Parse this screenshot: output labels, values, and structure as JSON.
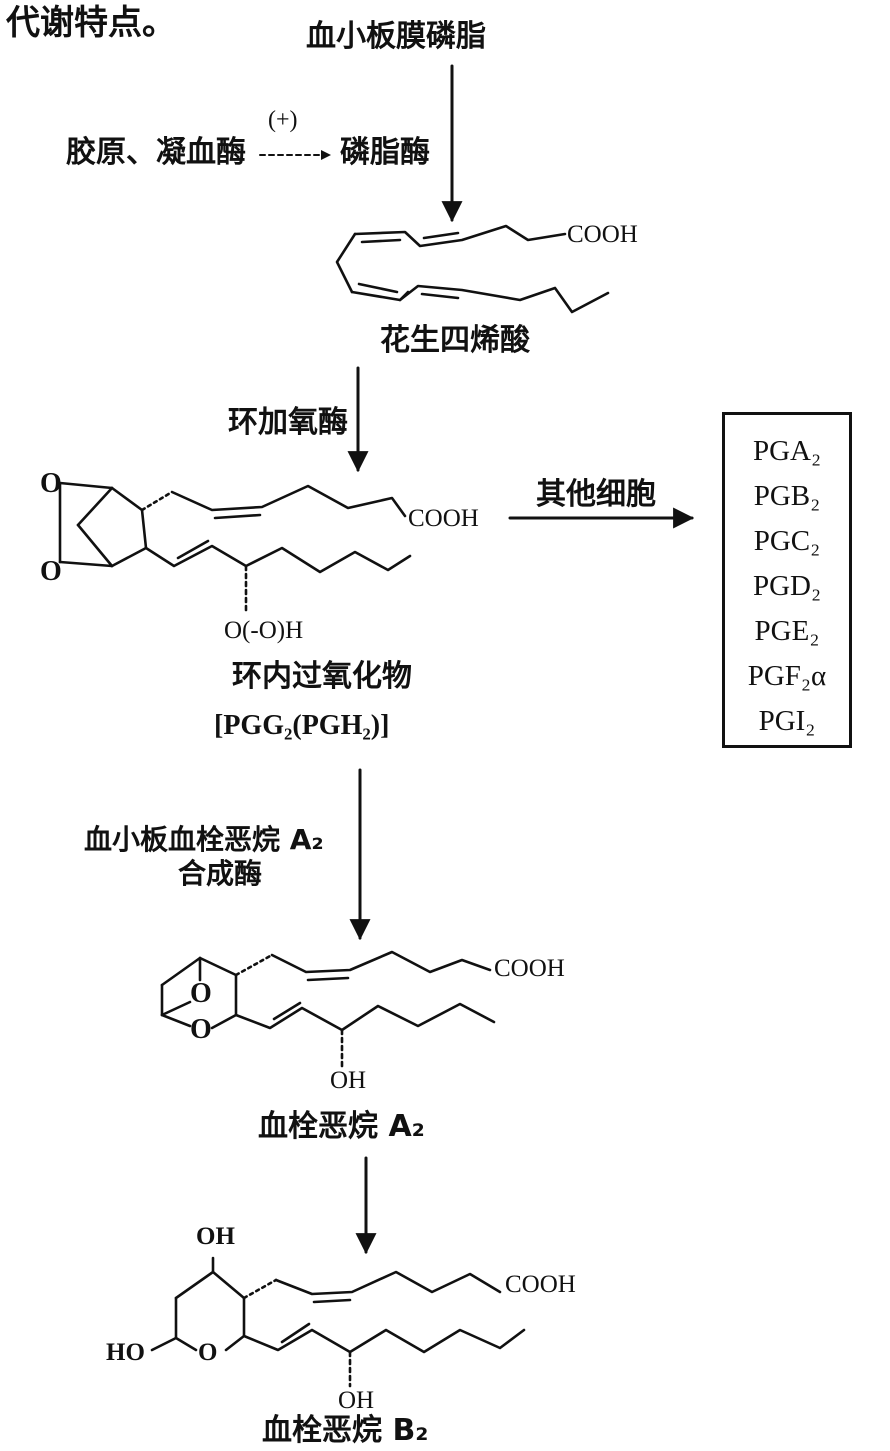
{
  "heading_fragment": "代谢特点。",
  "top_source": "血小板膜磷脂",
  "activators": {
    "sign": "(+)",
    "text": "胶原、凝血酶",
    "target": "磷脂酶"
  },
  "arachidonic": {
    "name": "花生四烯酸",
    "group": "COOH"
  },
  "step1_enzyme": "环加氧酶",
  "endoperoxide": {
    "name": "环内过氧化物",
    "formula": "[PGG₂(PGH₂)]",
    "group_cooh": "COOH",
    "group_ooh": "O(-O)H",
    "o_upper": "O",
    "o_lower": "O"
  },
  "other_cells": {
    "label": "其他细胞",
    "products": [
      "PGA₂",
      "PGB₂",
      "PGC₂",
      "PGD₂",
      "PGE₂",
      "PGF₂α",
      "PGI₂"
    ]
  },
  "step2_enzyme": {
    "line1": "血小板血栓恶烷 A₂",
    "line2": "合成酶"
  },
  "txa2": {
    "name": "血栓恶烷 A₂",
    "group_cooh": "COOH",
    "group_oh": "OH",
    "o_upper": "O",
    "o_lower": "O"
  },
  "txb2": {
    "name": "血栓恶烷 B₂",
    "group_cooh": "COOH",
    "group_oh_side": "OH",
    "group_oh_top": "OH",
    "group_ho": "HO",
    "o_ring": "O"
  },
  "colors": {
    "ink": "#111111",
    "background": "#ffffff"
  }
}
